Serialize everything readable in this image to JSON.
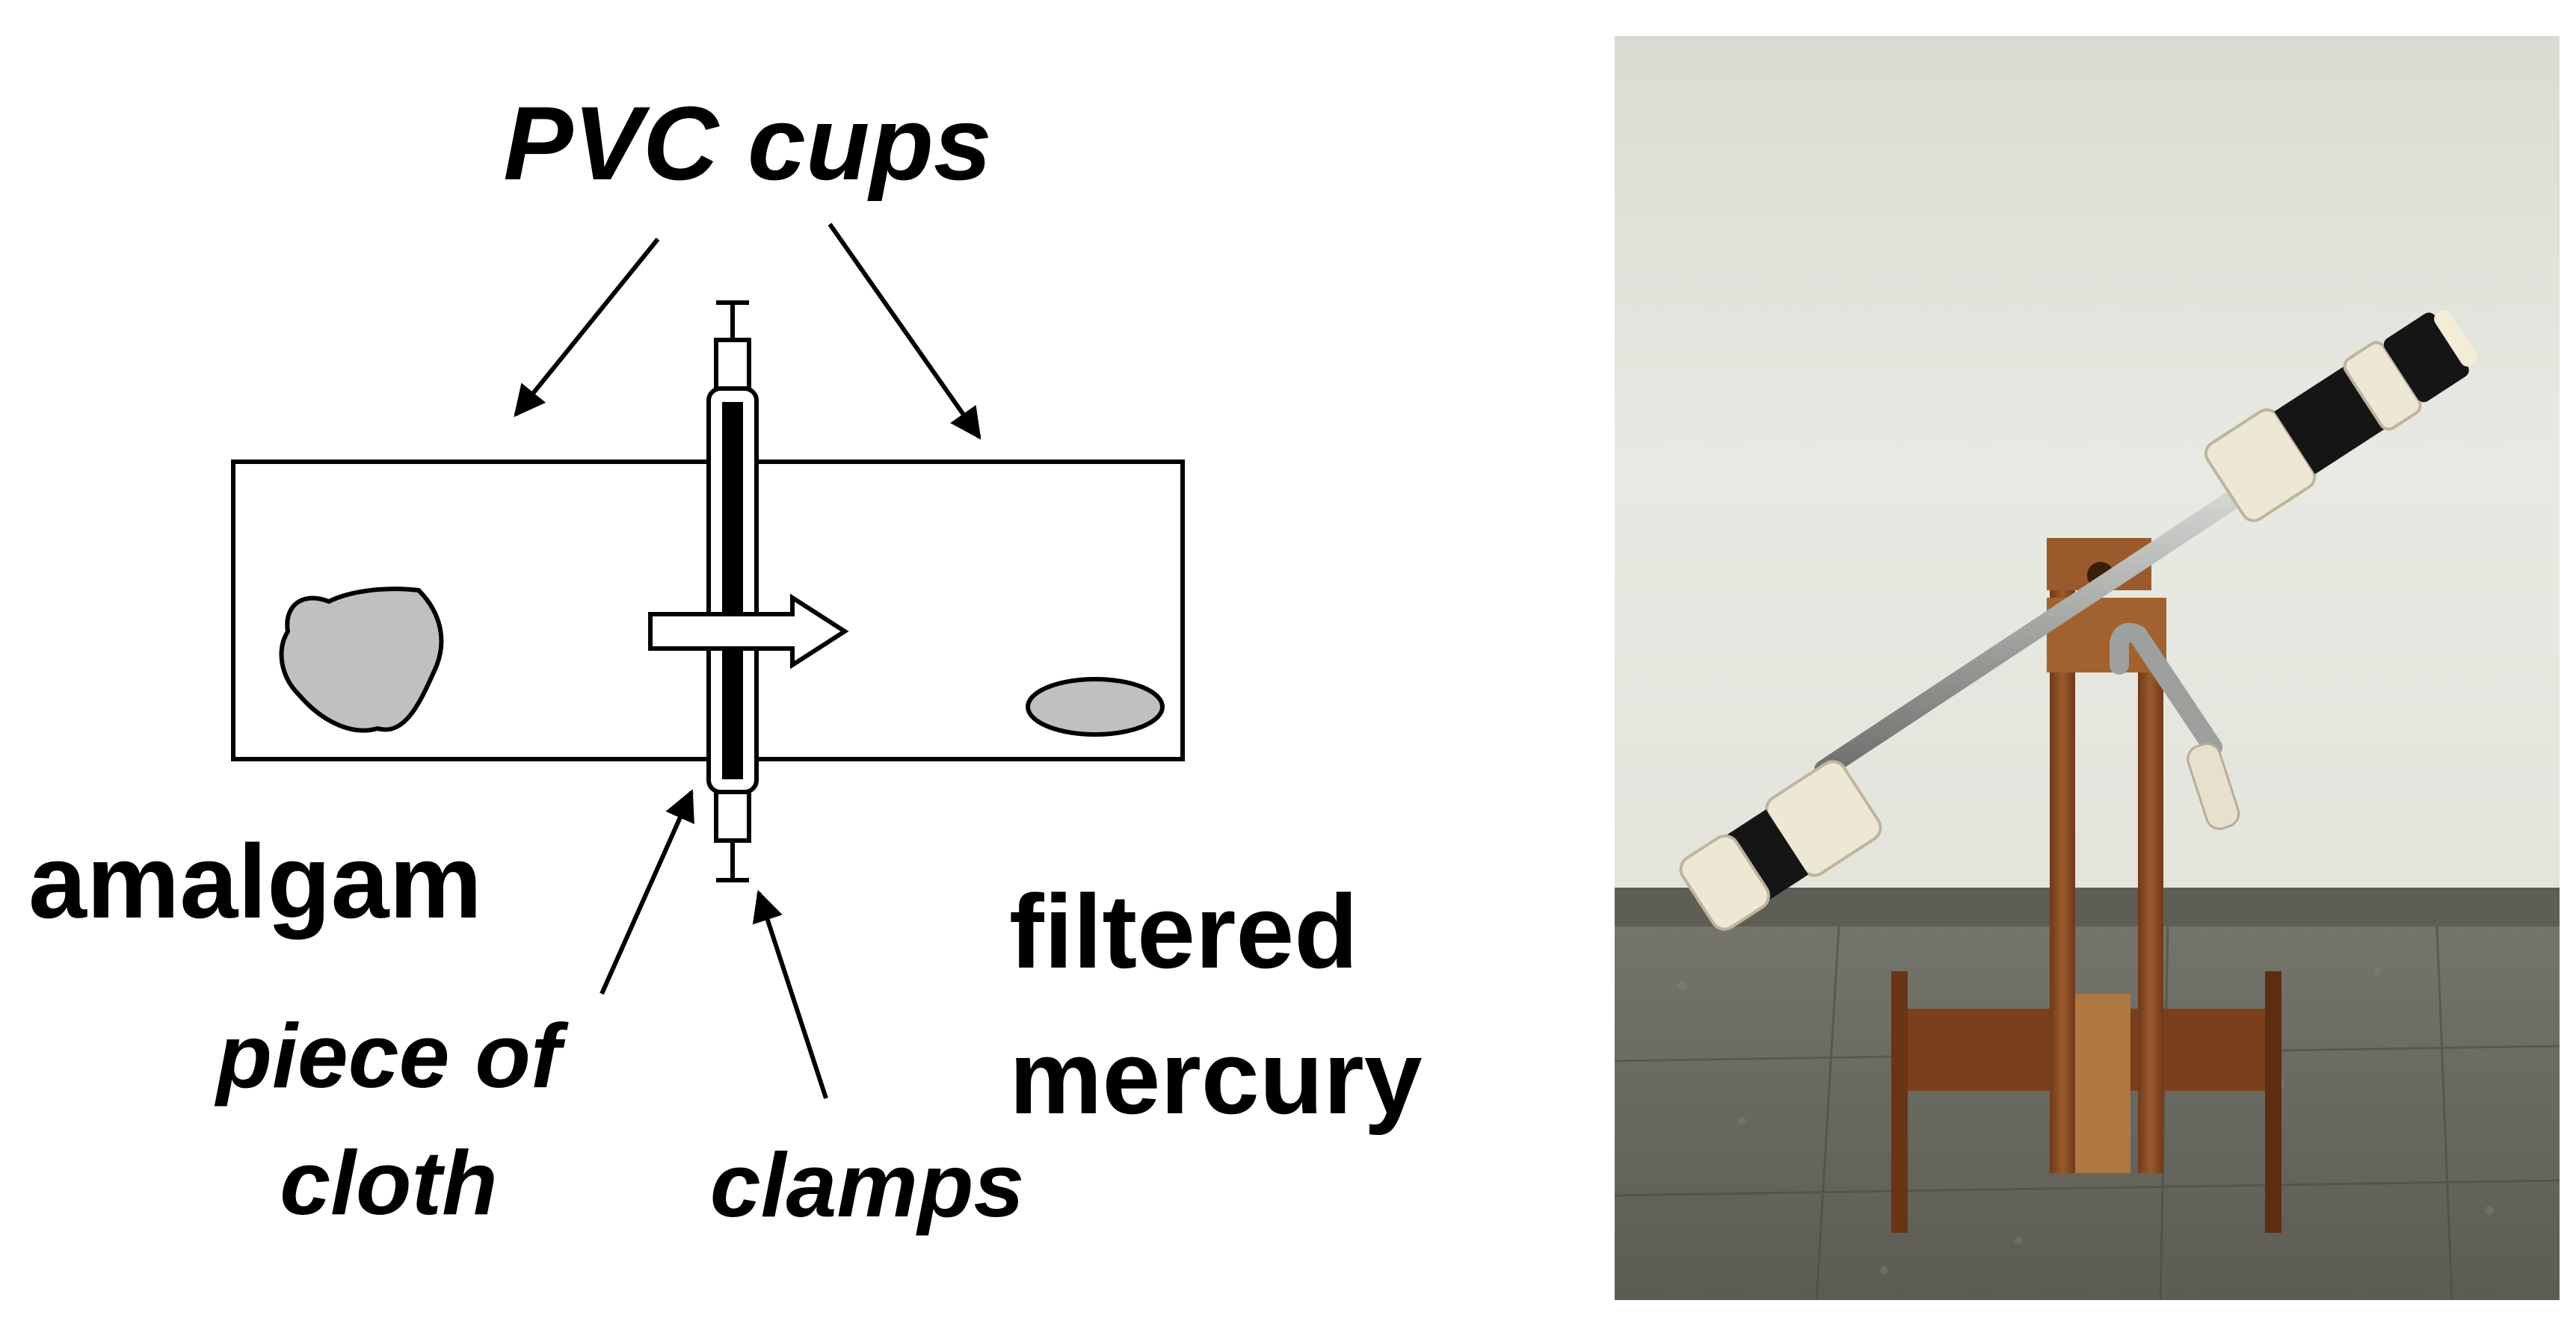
{
  "labels": {
    "pvc_cups": "PVC cups",
    "amalgam": "amalgam",
    "piece_of_cloth_line1": "piece of",
    "piece_of_cloth_line2": "cloth",
    "clamps": "clamps",
    "filtered_mercury_line1": "filtered",
    "filtered_mercury_line2": "mercury"
  },
  "colors": {
    "line": "#000000",
    "amalgam_fill": "#c0c0c0",
    "mercury_fill": "#c0c0c0",
    "cloth_band": "#000000",
    "wall": "#e6e7df",
    "floor": "#66665e",
    "wood": "#8a4a22",
    "pipe": "#a8aaa8",
    "pvc": "#ece6d4",
    "tape": "#141414"
  },
  "photo": {
    "subject": "mercury-filtering-device-photo"
  }
}
